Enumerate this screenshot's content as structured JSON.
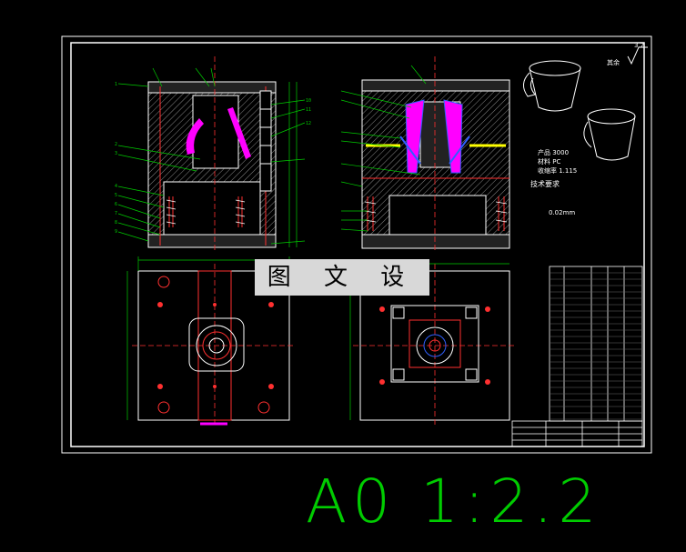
{
  "watermark": "图 文 设 计",
  "sheet_label": "A0 1:2.2",
  "roughness_value": "3.2",
  "roughness_rest": "其余",
  "notes": [
    "产品 3000",
    "材料 PC",
    "收缩率 1.115",
    "技术要求",
    "0.02mm"
  ],
  "colors": {
    "background": "#000000",
    "frame": "#ffffff",
    "green": "#00cc00",
    "red": "#ff3030",
    "magenta": "#ff00ff",
    "yellow": "#ffff00",
    "blue": "#3060ff",
    "cyan": "#00e0e0"
  }
}
